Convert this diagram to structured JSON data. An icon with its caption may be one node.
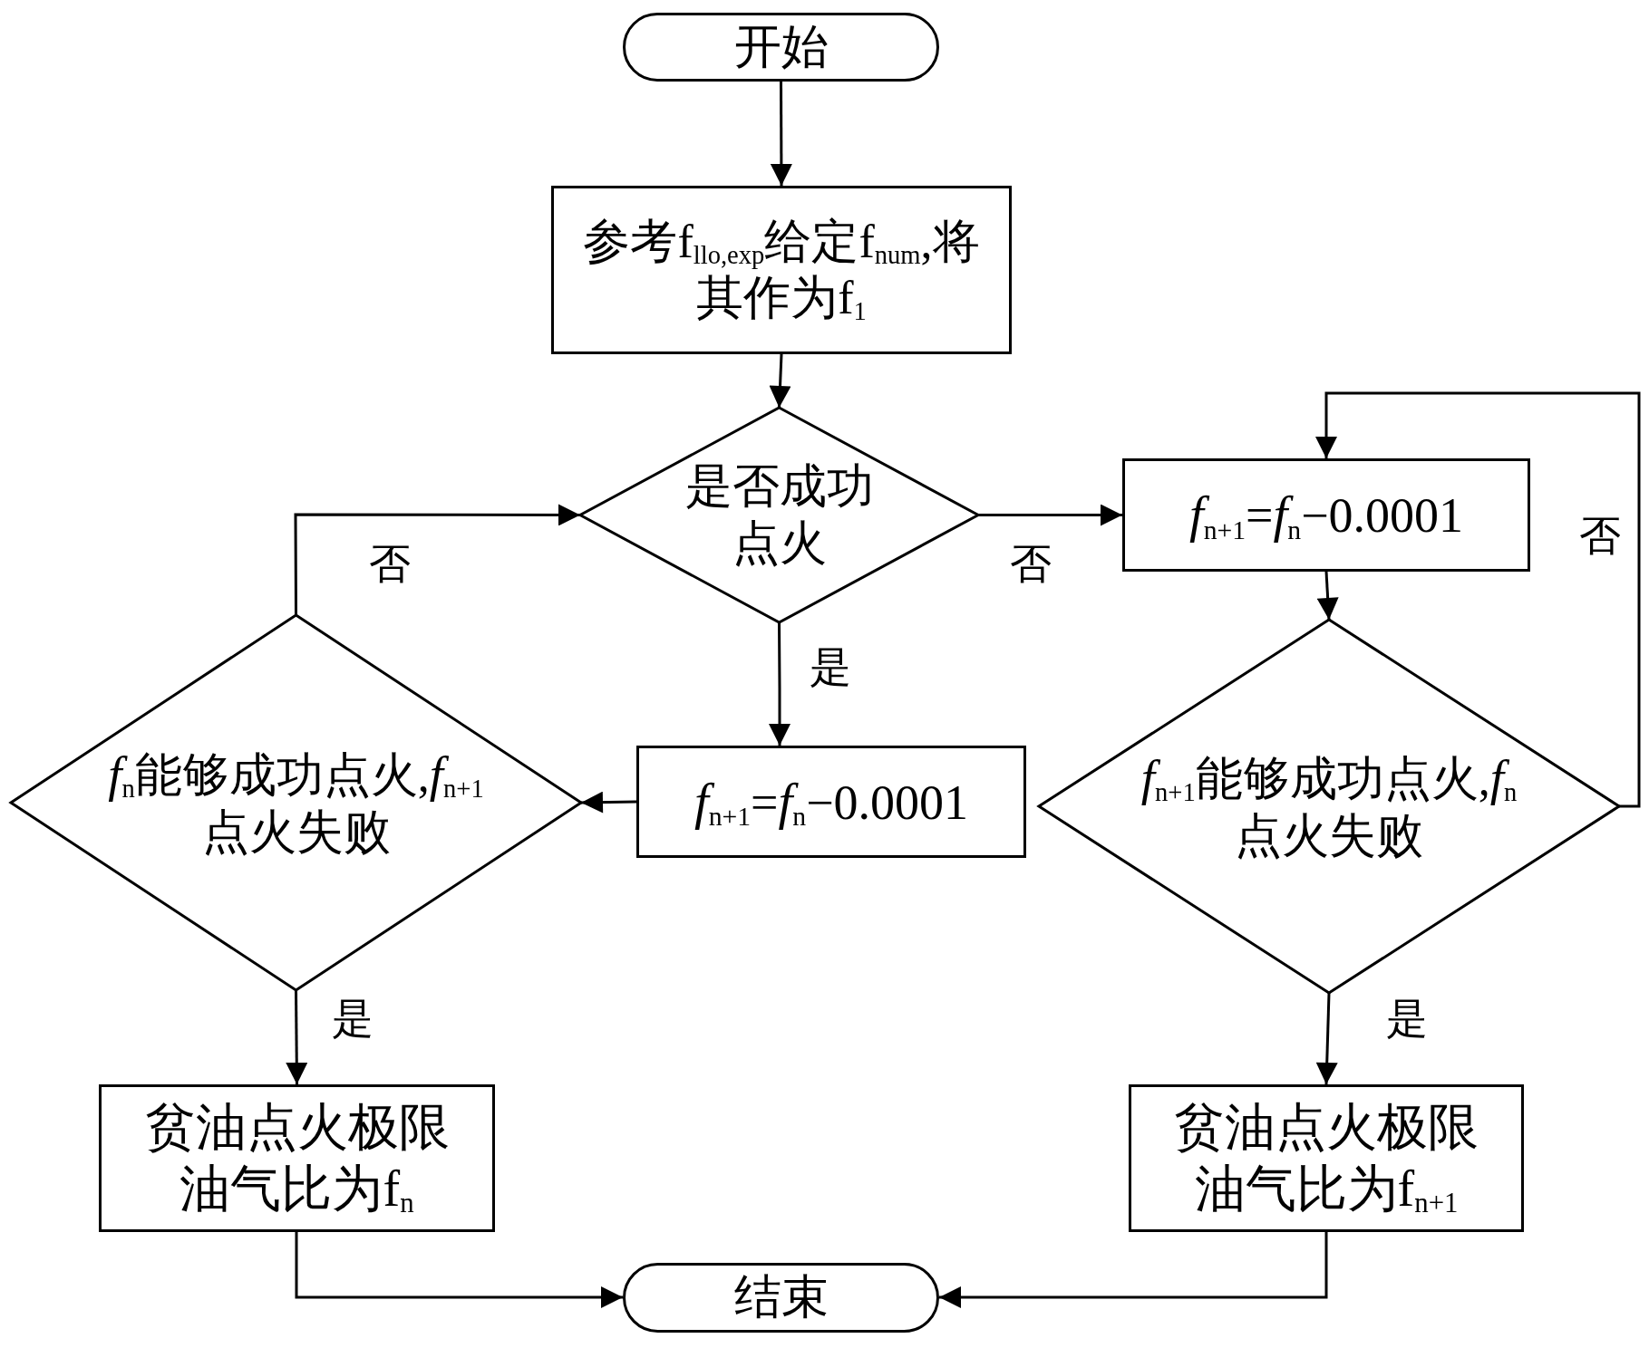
{
  "diagram": {
    "nodes": [
      {
        "text": [
          "开始"
        ]
      },
      {
        "text": [
          "参考f$_{llo,exp}$给定f$_{num}$,将其作为f$_{1}$"
        ]
      },
      {
        "text": [
          "是否成功点火"
        ]
      },
      {
        "text": [
          "*f*$_{n+1}$=*f*$_{n}$−0.0001"
        ]
      },
      {
        "text": [
          "*f*$_{n}$能够成功点火,*f*$_{n+1}$点火失败"
        ]
      },
      {
        "text": [
          "*f*$_{n+1}$=*f*$_{n}$−0.0001"
        ]
      },
      {
        "text": [
          "*f*$_{n+1}$能够成功点火,*f*$_{n}$点火失败"
        ]
      },
      {
        "text": [
          "贫油点火极限油气比为f$_{n}$"
        ]
      },
      {
        "text": [
          "贫油点火极限油气比为f$_{n+1}$"
        ]
      },
      {
        "text": [
          "结束"
        ]
      }
    ],
    "edges": [
      {
        "from": 0,
        "to": 1,
        "arrow": "to"
      },
      {
        "from": 1,
        "to": 2,
        "arrow": "to"
      },
      {
        "from": 2,
        "to": 3,
        "arrow": "to",
        "label": "是"
      },
      {
        "from": 2,
        "to": 5,
        "arrow": "to",
        "label": "否"
      },
      {
        "from": 3,
        "to": 4,
        "arrow": "to"
      },
      {
        "from": 4,
        "to": 2,
        "arrow": "to",
        "label": "否"
      },
      {
        "from": 4,
        "to": 7,
        "arrow": "to",
        "label": "是"
      },
      {
        "from": 5,
        "to": 6,
        "arrow": "to"
      },
      {
        "from": 6,
        "to": 5,
        "arrow": "to",
        "label": "否"
      },
      {
        "from": 6,
        "to": 8,
        "arrow": "to",
        "label": "是"
      },
      {
        "from": 7,
        "to": 9,
        "arrow": "to"
      },
      {
        "from": 8,
        "to": 9,
        "arrow": "to"
      }
    ]
  }
}
